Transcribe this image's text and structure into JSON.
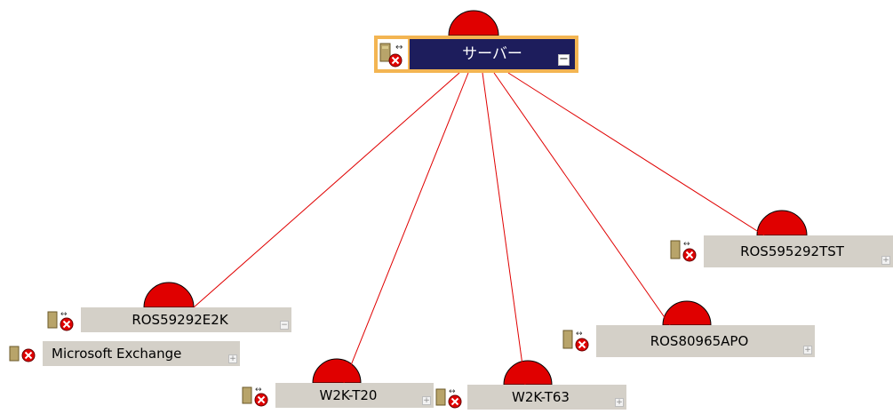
{
  "root": {
    "label": "サーバー",
    "toggle": "−",
    "status_color": "#e00000",
    "icon": "server-error-icon"
  },
  "children": [
    {
      "id": "ros59292e2k",
      "label": "ROS59292E2K",
      "toggle": "−",
      "icon": "server-error-icon"
    },
    {
      "id": "w2k-t20",
      "label": "W2K-T20",
      "toggle": "+",
      "icon": "server-error-icon"
    },
    {
      "id": "w2k-t63",
      "label": "W2K-T63",
      "toggle": "+",
      "icon": "server-error-icon"
    },
    {
      "id": "ros80965apo",
      "label": "ROS80965APO",
      "toggle": "+",
      "icon": "server-error-icon"
    },
    {
      "id": "ros595292tst",
      "label": "ROS595292TST",
      "toggle": "+",
      "icon": "server-error-icon"
    }
  ],
  "grandchildren": [
    {
      "parent": "ros59292e2k",
      "label": "Microsoft Exchange",
      "toggle": "+",
      "icon": "server-error-icon"
    }
  ],
  "colors": {
    "link": "#e00000",
    "status": "#e00000",
    "root_border": "#f3b552",
    "root_fill": "#1d1d5c",
    "label_bg": "#d4d0c8"
  }
}
